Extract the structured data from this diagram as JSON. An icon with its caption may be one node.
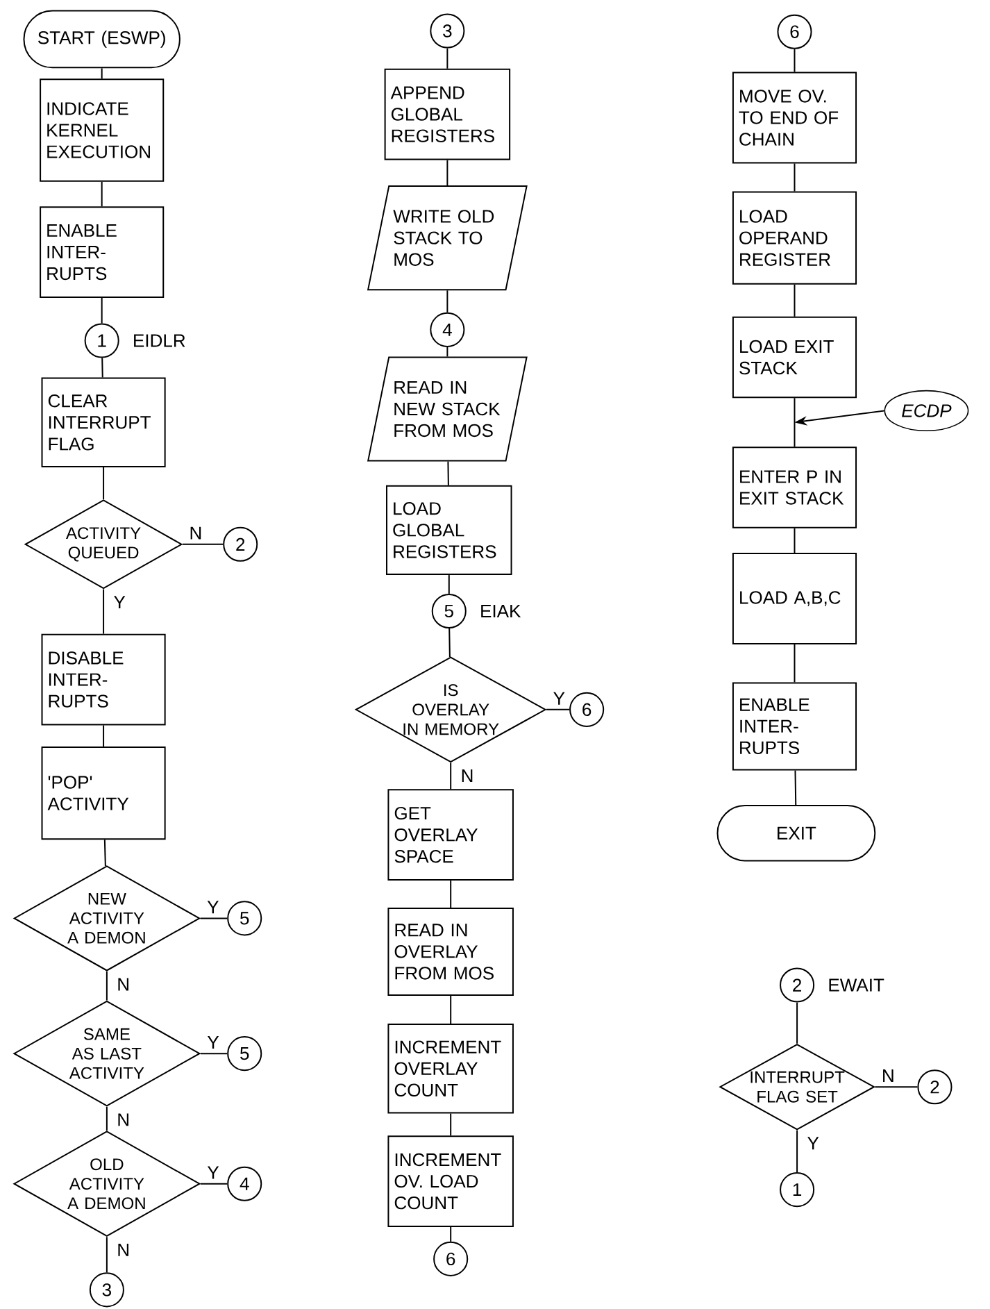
{
  "diagram": {
    "nodes": [
      {
        "text": [
          "START (ESWP)"
        ]
      },
      {
        "text": [
          "INDICATE KERNEL EXECUTION"
        ]
      },
      {
        "text": [
          "ENABLE INTER- RUPTS"
        ]
      },
      {
        "text": [
          "1"
        ],
        "beside": [
          "EIDLR"
        ]
      },
      {
        "text": [
          "CLEAR INTERRUPT FLAG"
        ]
      },
      {
        "text": [
          "ACTIVITY QUEUED"
        ]
      },
      {
        "text": [
          "2"
        ]
      },
      {
        "text": [
          "DISABLE INTER- RUPTS"
        ]
      },
      {
        "text": [
          "'POP' ACTIVITY"
        ]
      },
      {
        "text": [
          "NEW ACTIVITY A DEMON"
        ]
      },
      {
        "text": [
          "5"
        ]
      },
      {
        "text": [
          "SAME AS LAST ACTIVITY"
        ]
      },
      {
        "text": [
          "5"
        ]
      },
      {
        "text": [
          "OLD ACTIVITY A DEMON"
        ]
      },
      {
        "text": [
          "4"
        ]
      },
      {
        "text": [
          "3"
        ]
      },
      {
        "text": [
          "3"
        ]
      },
      {
        "text": [
          "APPEND GLOBAL REGISTERS"
        ]
      },
      {
        "text": [
          "WRITE OLD STACK TO MOS"
        ]
      },
      {
        "text": [
          "4"
        ]
      },
      {
        "text": [
          "READ IN NEW STACK FROM MOS"
        ]
      },
      {
        "text": [
          "LOAD GLOBAL REGISTERS"
        ]
      },
      {
        "text": [
          "5"
        ],
        "beside": [
          "EIAK"
        ]
      },
      {
        "text": [
          "IS OVERLAY IN MEMORY"
        ]
      },
      {
        "text": [
          "6"
        ]
      },
      {
        "text": [
          "GET OVERLAY SPACE"
        ]
      },
      {
        "text": [
          "READ IN OVERLAY FROM MOS"
        ]
      },
      {
        "text": [
          "INCREMENT OVERLAY COUNT"
        ]
      },
      {
        "text": [
          "INCREMENT OV. LOAD COUNT"
        ]
      },
      {
        "text": [
          "6"
        ]
      },
      {
        "text": [
          "6"
        ]
      },
      {
        "text": [
          "MOVE OV. TO END OF CHAIN"
        ]
      },
      {
        "text": [
          "LOAD OPERAND REGISTER"
        ]
      },
      {
        "text": [
          "LOAD EXIT STACK"
        ]
      },
      {
        "text": [
          "ENTER P IN EXIT STACK"
        ]
      },
      {
        "text": [
          "LOAD A,B,C"
        ]
      },
      {
        "text": [
          "ENABLE INTER- RUPTS"
        ]
      },
      {
        "text": [
          "EXIT"
        ]
      },
      {
        "text": [
          "ECDP"
        ]
      },
      {
        "text": [
          "2"
        ],
        "beside": [
          "EWAIT"
        ]
      },
      {
        "text": [
          "INTERRUPT FLAG SET"
        ]
      },
      {
        "text": [
          "2"
        ]
      },
      {
        "text": [
          "1"
        ]
      }
    ],
    "edges": [
      {
        "from": 0,
        "to": 1,
        "arrow": "none"
      },
      {
        "from": 1,
        "to": 2,
        "arrow": "none"
      },
      {
        "from": 2,
        "to": 3,
        "arrow": "none"
      },
      {
        "from": 3,
        "to": 4,
        "arrow": "none"
      },
      {
        "from": 4,
        "to": 5,
        "arrow": "none"
      },
      {
        "from": 5,
        "to": 6,
        "arrow": "none",
        "label": "N"
      },
      {
        "from": 5,
        "to": 7,
        "arrow": "none",
        "label": "Y"
      },
      {
        "from": 7,
        "to": 8,
        "arrow": "none"
      },
      {
        "from": 8,
        "to": 9,
        "arrow": "none"
      },
      {
        "from": 9,
        "to": 10,
        "arrow": "none",
        "label": "Y"
      },
      {
        "from": 9,
        "to": 11,
        "arrow": "none",
        "label": "N"
      },
      {
        "from": 11,
        "to": 12,
        "arrow": "none",
        "label": "Y"
      },
      {
        "from": 11,
        "to": 13,
        "arrow": "none",
        "label": "N"
      },
      {
        "from": 13,
        "to": 14,
        "arrow": "none",
        "label": "Y"
      },
      {
        "from": 13,
        "to": 15,
        "arrow": "none",
        "label": "N"
      },
      {
        "from": 16,
        "to": 17,
        "arrow": "none"
      },
      {
        "from": 17,
        "to": 18,
        "arrow": "none"
      },
      {
        "from": 18,
        "to": 19,
        "arrow": "none"
      },
      {
        "from": 19,
        "to": 20,
        "arrow": "none"
      },
      {
        "from": 20,
        "to": 21,
        "arrow": "none"
      },
      {
        "from": 21,
        "to": 22,
        "arrow": "none"
      },
      {
        "from": 22,
        "to": 23,
        "arrow": "none"
      },
      {
        "from": 23,
        "to": 24,
        "arrow": "none",
        "label": "Y"
      },
      {
        "from": 23,
        "to": 25,
        "arrow": "none",
        "label": "N"
      },
      {
        "from": 25,
        "to": 26,
        "arrow": "none"
      },
      {
        "from": 26,
        "to": 27,
        "arrow": "none"
      },
      {
        "from": 27,
        "to": 28,
        "arrow": "none"
      },
      {
        "from": 28,
        "to": 29,
        "arrow": "none"
      },
      {
        "from": 30,
        "to": 31,
        "arrow": "none"
      },
      {
        "from": 31,
        "to": 32,
        "arrow": "none"
      },
      {
        "from": 32,
        "to": 33,
        "arrow": "none"
      },
      {
        "from": 33,
        "to": 34,
        "arrow": "none"
      },
      {
        "from": 34,
        "to": 35,
        "arrow": "none"
      },
      {
        "from": 35,
        "to": 36,
        "arrow": "none"
      },
      {
        "from": 36,
        "to": 37,
        "arrow": "none"
      },
      {
        "from": 38,
        "to": null,
        "arrow": "to"
      },
      {
        "from": 39,
        "to": 40,
        "arrow": "none"
      },
      {
        "from": 40,
        "to": 41,
        "arrow": "none",
        "label": "N"
      },
      {
        "from": 40,
        "to": 42,
        "arrow": "none",
        "label": "Y"
      }
    ]
  }
}
